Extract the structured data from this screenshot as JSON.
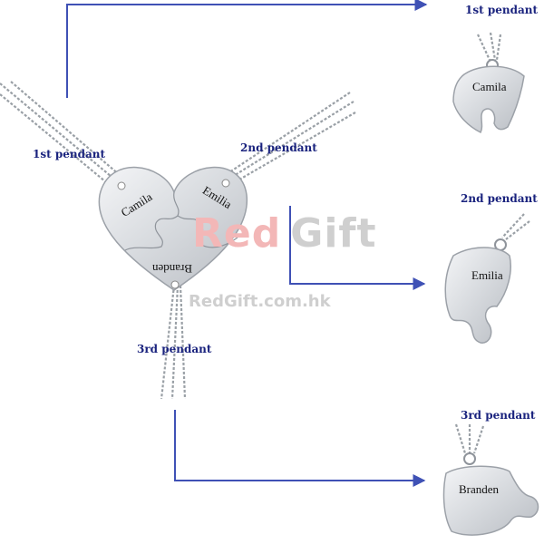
{
  "labels": {
    "pendant_1": "1st pendant",
    "pendant_2": "2nd pendant",
    "pendant_3": "3rd pendant"
  },
  "names": {
    "name_1": "Camila",
    "name_2": "Emilia",
    "name_3": "Branden"
  },
  "watermark": {
    "brand_red": "Red",
    "brand_gray": "Gift",
    "url": "RedGift.com.hk"
  },
  "colors": {
    "arrow": "#3f51b5",
    "label_text": "#1a237e",
    "steel": "#d4d7db",
    "watermark_red": "#f3b7b7",
    "watermark_gray": "#cfcfcf"
  }
}
